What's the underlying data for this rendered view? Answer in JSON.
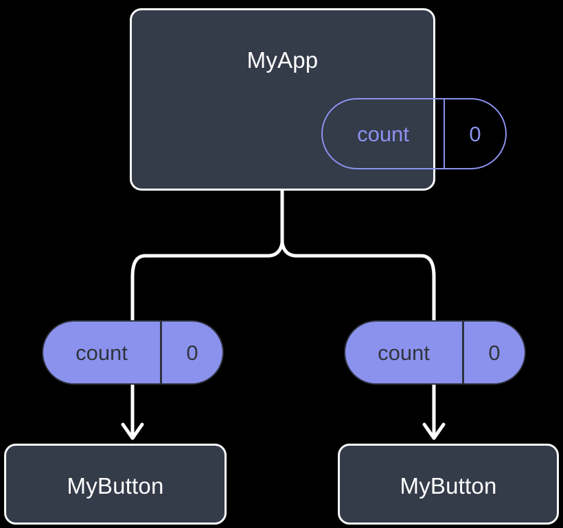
{
  "diagram": {
    "type": "component-state-tree",
    "background_color": "#000000",
    "accent_color": "#8b92ee",
    "card_fill_color": "#343b49",
    "card_border_color": "#fdfdfd",
    "wire_color": "#ffffff"
  },
  "root": {
    "title": "MyApp",
    "state": {
      "key": "count",
      "value": "0"
    }
  },
  "branches": [
    {
      "state": {
        "key": "count",
        "value": "0"
      },
      "child": {
        "title": "MyButton"
      }
    },
    {
      "state": {
        "key": "count",
        "value": "0"
      },
      "child": {
        "title": "MyButton"
      }
    }
  ]
}
